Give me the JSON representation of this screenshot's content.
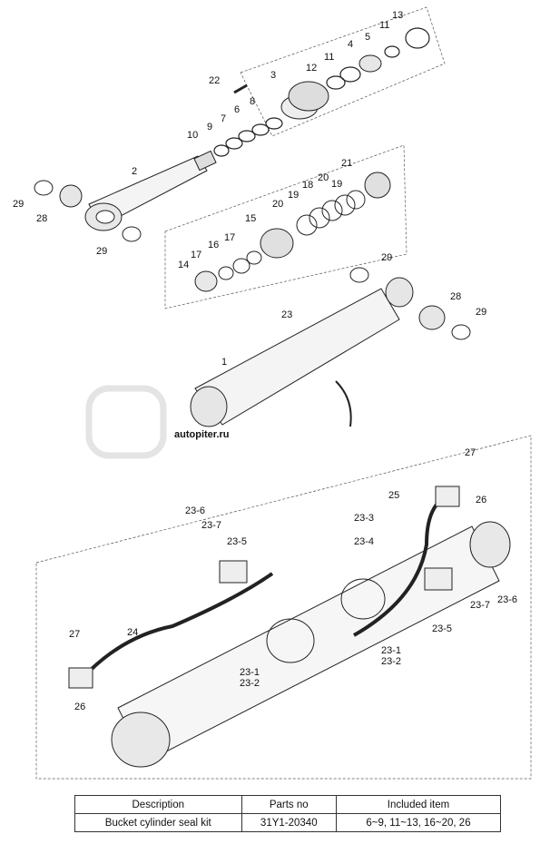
{
  "watermark": "autopiter.ru",
  "callouts": {
    "c1": "1",
    "c2": "2",
    "c3": "3",
    "c4": "4",
    "c5": "5",
    "c6": "6",
    "c7": "7",
    "c8": "8",
    "c9": "9",
    "c10": "10",
    "c11a": "11",
    "c11b": "11",
    "c12": "12",
    "c13": "13",
    "c14": "14",
    "c15": "15",
    "c16": "16",
    "c17a": "17",
    "c17b": "17",
    "c18": "18",
    "c19a": "19",
    "c19b": "19",
    "c20a": "20",
    "c20b": "20",
    "c21": "21",
    "c22": "22",
    "c23": "23",
    "c28a": "28",
    "c28b": "28",
    "c29a": "29",
    "c29b": "29",
    "c29c": "29",
    "c29d": "29",
    "c27a": "27",
    "c27b": "27",
    "c25": "25",
    "c26a": "26",
    "c26b": "26",
    "c24": "24",
    "c23_6a": "23-6",
    "c23_7a": "23-7",
    "c23_5a": "23-5",
    "c23_3": "23-3",
    "c23_4": "23-4",
    "c23_7b": "23-7",
    "c23_6b": "23-6",
    "c23_5b": "23-5",
    "c23_1a": "23-1",
    "c23_2a": "23-2",
    "c23_1b": "23-1",
    "c23_2b": "23-2"
  },
  "table": {
    "headers": [
      "Description",
      "Parts no",
      "Included item"
    ],
    "rows": [
      [
        "Bucket cylinder seal kit",
        "31Y1-20340",
        "6~9, 11~13, 16~20, 26"
      ]
    ]
  }
}
